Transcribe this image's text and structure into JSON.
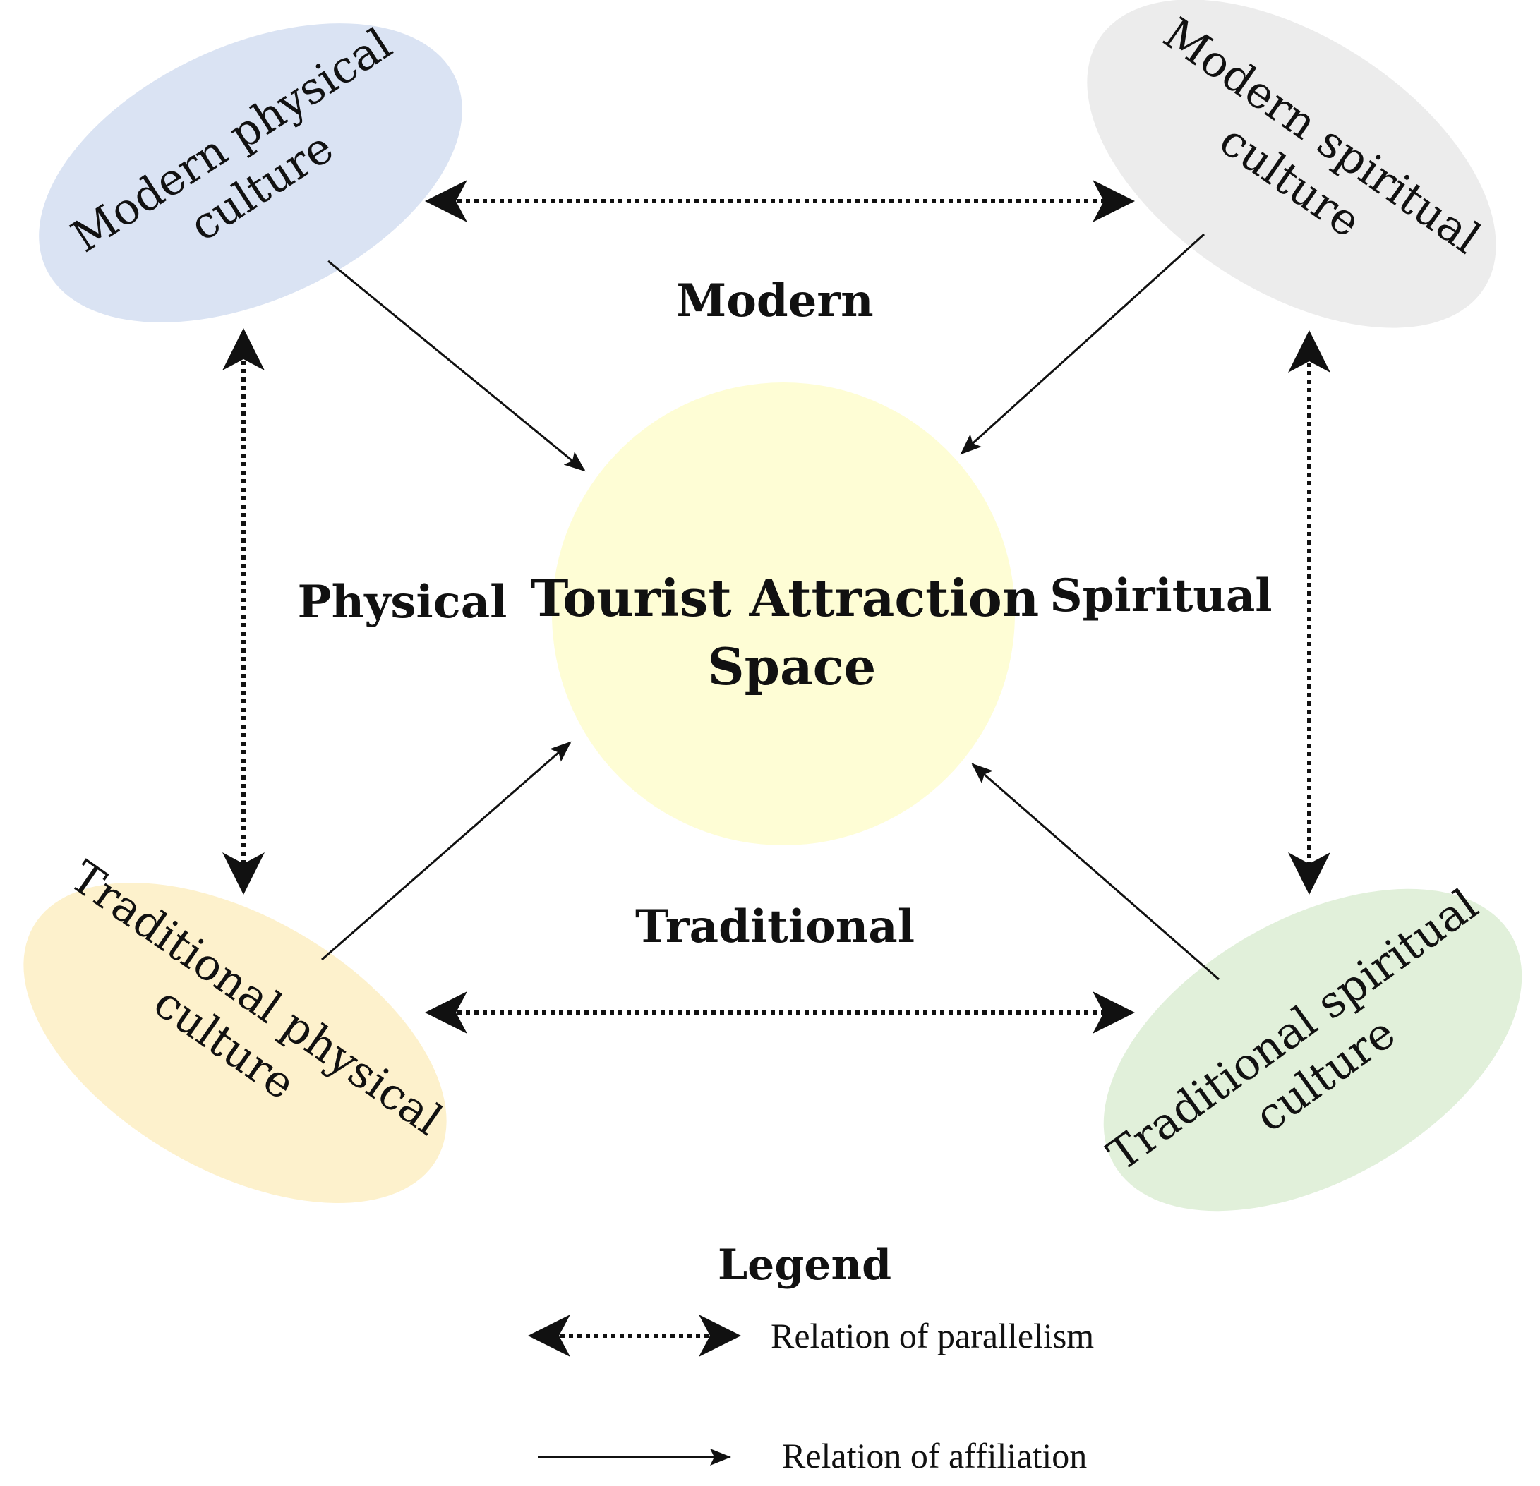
{
  "colors": {
    "modern_physical": "#dae3f3",
    "modern_spiritual": "#ececec",
    "traditional_physical": "#fdf1cc",
    "traditional_spiritual": "#e1f0da",
    "center": "#fefdd5",
    "ink": "#111111"
  },
  "nodes": {
    "modern_physical": {
      "line1": "Modern physical",
      "line2": "culture"
    },
    "modern_spiritual": {
      "line1": "Modern spiritual",
      "line2": "culture"
    },
    "traditional_physical": {
      "line1": "Traditional physical",
      "line2": "culture"
    },
    "traditional_spiritual": {
      "line1": "Traditional spiritual",
      "line2": "culture"
    },
    "center": {
      "line1": "Tourist Attraction",
      "line2": "Space"
    }
  },
  "axis_labels": {
    "top": "Modern",
    "bottom": "Traditional",
    "left": "Physical",
    "right": "Spiritual"
  },
  "legend": {
    "title": "Legend",
    "parallelism": "Relation of parallelism",
    "affiliation": "Relation of affiliation"
  }
}
